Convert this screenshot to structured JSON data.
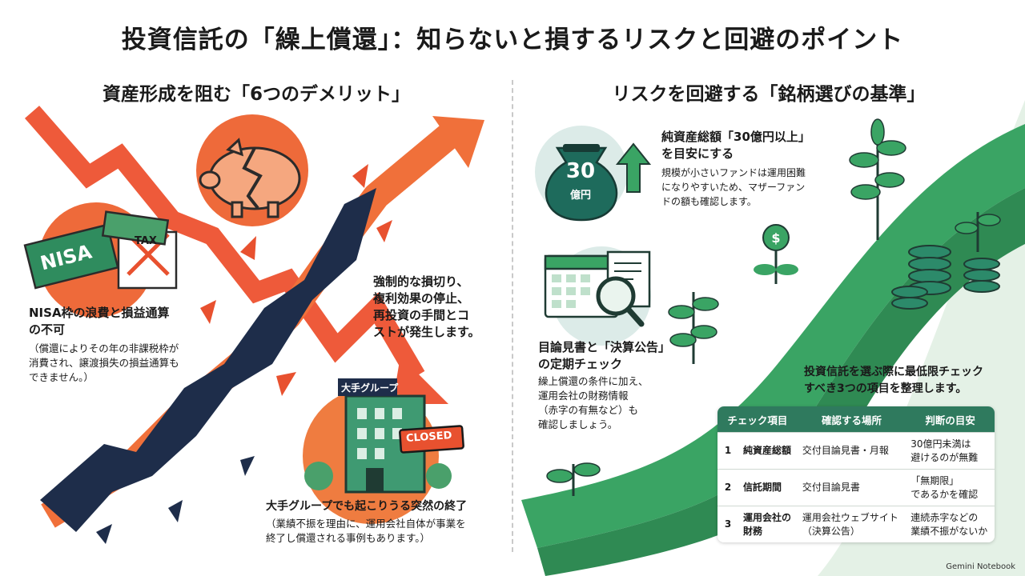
{
  "title": "投資信託の「繰上償還」：知らないと損するリスクと回避のポイント",
  "left": {
    "heading": "資産形成を阻む「6つのデメリット」",
    "nisa_label": "NISA",
    "tax_label": "TAX",
    "block1": {
      "title_l1": "NISA枠の浪費と損益通算",
      "title_l2": "の不可",
      "text_l1": "（償還によりその年の非課税枠が",
      "text_l2": "消費され、譲渡損失の損益通算も",
      "text_l3": "できません。）"
    },
    "block2": {
      "l1": "強制的な損切り、",
      "l2": "複利効果の停止、",
      "l3": "再投資の手間とコ",
      "l4": "ストが発生します。"
    },
    "building_sign": "大手グループ",
    "closed_sign": "CLOSED",
    "block3": {
      "title": "大手グループでも起こりうる突然の終了",
      "text_l1": "（業績不振を理由に、運用会社自体が事業を",
      "text_l2": "終了し償還される事例もあります。）"
    }
  },
  "right": {
    "heading": "リスクを回避する「銘柄選びの基準」",
    "bag_number": "30",
    "bag_unit": "億円",
    "block1": {
      "title_l1": "純資産総額「30億円以上」",
      "title_l2": "を目安にする",
      "text_l1": "規模が小さいファンドは運用困難",
      "text_l2": "になりやすいため、マザーファン",
      "text_l3": "ドの額も確認します。"
    },
    "block2": {
      "title_l1": "目論見書と「決算公告」",
      "title_l2": "の定期チェック",
      "text_l1": "繰上償還の条件に加え、",
      "text_l2": "運用会社の財務情報",
      "text_l3": "（赤字の有無など）も",
      "text_l4": "確認しましょう。"
    },
    "intro_l1": "投資信託を選ぶ際に最低限チェック",
    "intro_l2": "すべき3つの項目を整理します。",
    "table": {
      "headers": [
        "チェック項目",
        "確認する場所",
        "判断の目安"
      ],
      "rows": [
        {
          "num": "1",
          "item": "純資産総額",
          "place": "交付目論見書・月報",
          "guide_l1": "30億円未満は",
          "guide_l2": "避けるのが無難"
        },
        {
          "num": "2",
          "item": "信託期間",
          "place": "交付目論見書",
          "guide_l1": "「無期限」",
          "guide_l2": "であるかを確認"
        },
        {
          "num": "3",
          "item_l1": "運用会社の",
          "item_l2": "財務",
          "place_l1": "運用会社ウェブサイト",
          "place_l2": "（決算公告）",
          "guide_l1": "連続赤字などの",
          "guide_l2": "業績不振がないか"
        }
      ]
    }
  },
  "logo": "Gemini Notebook",
  "colors": {
    "accent_red": "#e8512f",
    "accent_orange": "#f29045",
    "accent_green": "#2f7a5e",
    "crack_navy": "#1e2d4a"
  }
}
